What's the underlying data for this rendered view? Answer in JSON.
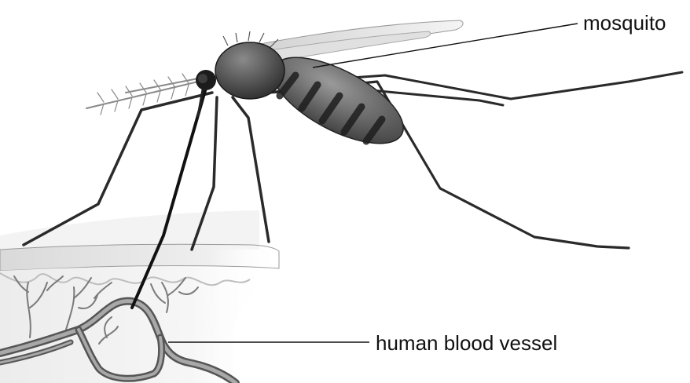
{
  "labels": {
    "mosquito": "mosquito",
    "blood_vessel": "human blood vessel"
  },
  "colors": {
    "background": "#ffffff",
    "ink": "#111111",
    "body_dark": "#2b2b2b",
    "body_mid": "#5a5a5a",
    "skin_light": "#e6e6e6",
    "skin_mid": "#c8c8c8",
    "vessel": "#6e6e6e"
  },
  "icons": {
    "subject": "mosquito-illustration",
    "tissue": "skin-tissue-cross-section"
  }
}
